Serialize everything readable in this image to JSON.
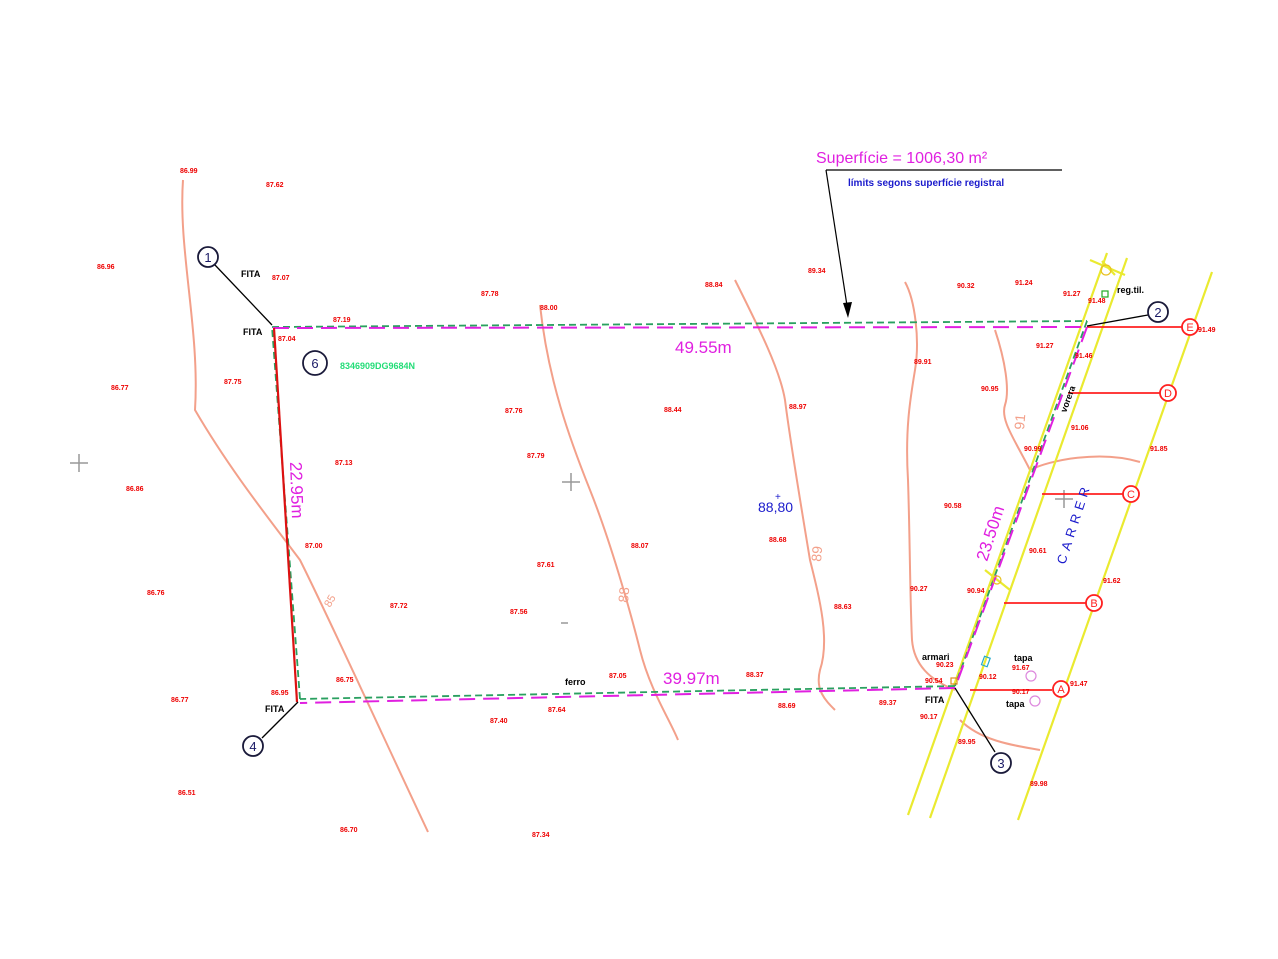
{
  "colors": {
    "boundary": "#e020e0",
    "registry": "#2aa060",
    "elevation": "#ee0000",
    "contour": "#f3a08a",
    "road": "#eaea30",
    "section": "#ff2020",
    "note": "#1a1acc",
    "cadastral": "#22dd77"
  },
  "area": {
    "title": "Superfície = 1006,30 m²",
    "note": "límits segons superfície registral"
  },
  "dimensions": {
    "top": "49.55m",
    "bottom": "39.97m",
    "left": "22.95m",
    "right": "23.50m"
  },
  "vertices": [
    "1",
    "2",
    "3",
    "4",
    "6"
  ],
  "cadastral_ref": "8346909DG9684N",
  "center_elevation": "88,80",
  "street": "CARRER",
  "labels": {
    "fita1": "FITA",
    "fita1b": "FITA",
    "fita3": "FITA",
    "fita4": "FITA",
    "ferro": "ferro",
    "armari": "armari",
    "tapa1": "tapa",
    "tapa2": "tapa",
    "vorera": "vorera",
    "reg": "reg.til."
  },
  "sections": [
    "A",
    "B",
    "C",
    "D",
    "E"
  ],
  "contour_labels": [
    "88",
    "89",
    "91",
    "85"
  ],
  "elevations": [
    "86.99",
    "87.62",
    "86.96",
    "87.07",
    "87.78",
    "88.00",
    "88.84",
    "89.34",
    "90.32",
    "91.24",
    "91.27",
    "91.48",
    "87.19",
    "87.04",
    "91.49",
    "91.27",
    "91.46",
    "86.77",
    "87.75",
    "87.76",
    "88.44",
    "88.97",
    "89.91",
    "90.95",
    "91.06",
    "91.85",
    "87.13",
    "86.86",
    "87.79",
    "88.07",
    "88.68",
    "90.58",
    "90.99",
    "90.61",
    "91.62",
    "87.00",
    "87.61",
    "88.63",
    "86.76",
    "87.72",
    "87.56",
    "90.27",
    "90.94",
    "86.95",
    "86.75",
    "86.77",
    "87.05",
    "88.37",
    "90.23",
    "90.54",
    "90.12",
    "91.67",
    "90.17",
    "91.47",
    "89.37",
    "87.40",
    "87.64",
    "88.69",
    "90.17",
    "89.95",
    "86.51",
    "86.70",
    "87.34",
    "89.98"
  ]
}
